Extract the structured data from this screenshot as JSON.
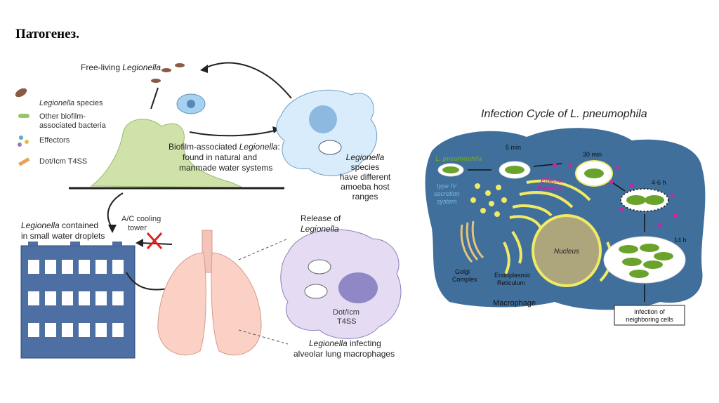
{
  "slide": {
    "title": "Патогенез."
  },
  "left_figure": {
    "free_living_prefix": "Free-living ",
    "free_living_species": "Legionella",
    "legend": [
      {
        "italic": "Legionella",
        "text": " species"
      },
      {
        "italic": "",
        "text": "Other biofilm-"
      },
      {
        "italic": "",
        "text": "associated bacteria"
      },
      {
        "italic": "",
        "text": "Effectors"
      },
      {
        "italic": "",
        "text": "Dot/Icm T4SS"
      }
    ],
    "biofilm_line1_prefix": "Biofilm-associated ",
    "biofilm_line1_species": "Legionella",
    "biofilm_line1_suffix": ":",
    "biofilm_line2": "found in natural and",
    "biofilm_line3": "manmade water systems",
    "amoeba_species": "Legionella",
    "amoeba_line2": "species",
    "amoeba_line3": "have different",
    "amoeba_line4": "amoeba host",
    "amoeba_line5": "ranges",
    "droplet_species": "Legionella",
    "droplet_line1_suffix": " contained",
    "droplet_line2": "in small water droplets",
    "cooling_line1": "A/C cooling",
    "cooling_line2": "tower",
    "release_line1": "Release of",
    "release_species": "Legionella",
    "dot_line1": "Dot/Icm",
    "dot_line2": "T4SS",
    "infect_species": "Legionella",
    "infect_line1_suffix": " infecting",
    "infect_line2": "alveolar lung macrophages"
  },
  "right_figure": {
    "title": "Infection Cycle of L. pneumophila",
    "l_pneumophila": "L. pneumophila",
    "secretion_line1": "type IV",
    "secretion_line2": "secretion",
    "secretion_line3": "system",
    "t5": "5 min",
    "t30": "30 min",
    "t46": "4-6 h",
    "t14": "14 h",
    "effector_line1": "Effector",
    "effector_line2": "Proteins",
    "nucleus": "Nucleus",
    "golgi_line1": "Golgi",
    "golgi_line2": "Complex",
    "er_line1": "Endoplasmic",
    "er_line2": "Reticulum",
    "macrophage": "Macrophage",
    "infect_line1": "infection of",
    "infect_line2": "neighboring cells"
  },
  "colors": {
    "cell_blue": "#3f6f9a",
    "bacteria_green": "#6aa32c",
    "effector_magenta": "#cc22aa",
    "er_yellow": "#f1ea62"
  }
}
